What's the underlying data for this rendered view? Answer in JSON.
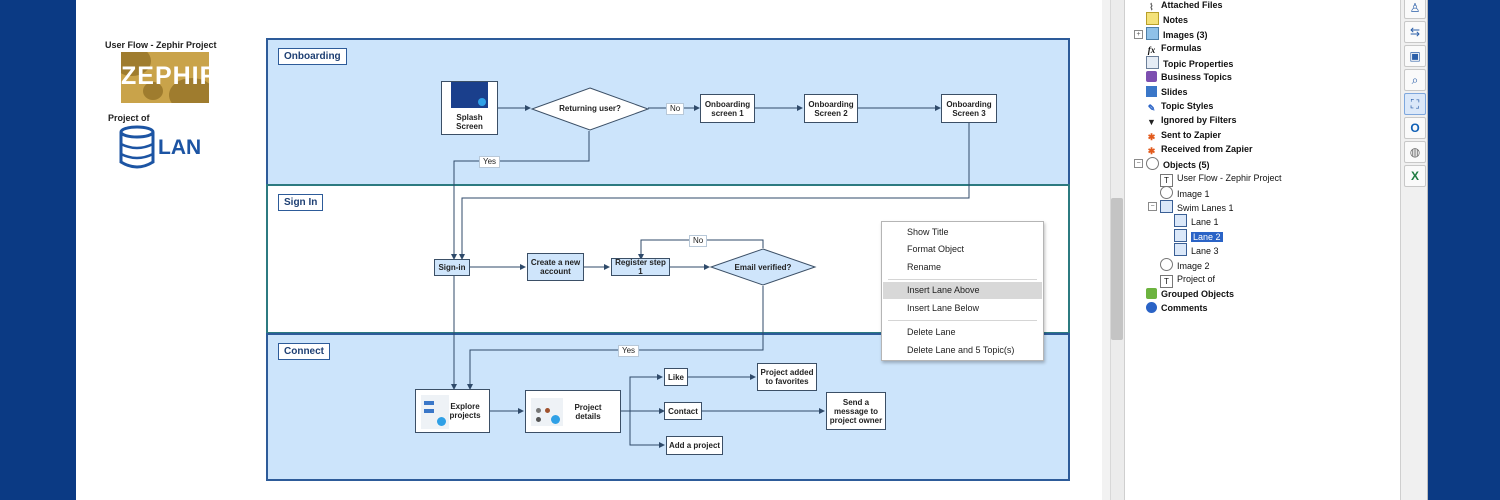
{
  "diagram": {
    "header_label": "User Flow - Zephir Project",
    "zephir_logo_text": "ZEPHIR",
    "project_of_label": "Project of",
    "lan_logo_text": "LAN",
    "lanes": [
      {
        "title": "Onboarding"
      },
      {
        "title": "Sign In"
      },
      {
        "title": "Connect"
      }
    ],
    "nodes": {
      "splash": "Splash Screen",
      "returning": "Returning user?",
      "onb1": "Onboarding screen 1",
      "onb2": "Onboarding Screen 2",
      "onb3": "Onboarding Screen 3",
      "signin": "Sign-in",
      "create_account": "Create a new account",
      "register": "Register step 1",
      "email_verified": "Email verified?",
      "explore": "Explore projects",
      "project_details": "Project details",
      "like": "Like",
      "contact": "Contact",
      "add_project": "Add a project",
      "favorites": "Project added to favorites",
      "send_message": "Send a message to project owner"
    },
    "edge_labels": {
      "no_1": "No",
      "yes_1": "Yes",
      "no_2": "No",
      "yes_2": "Yes"
    }
  },
  "context_menu": {
    "items": [
      "Show Title",
      "Format Object",
      "Rename",
      "Insert Lane Above",
      "Insert Lane Below",
      "Delete Lane",
      "Delete Lane and 5 Topic(s)"
    ],
    "highlighted": "Insert Lane Above"
  },
  "tree": {
    "items": [
      {
        "label": "Attached Files",
        "icon": "paperclip-icon",
        "bold": true
      },
      {
        "label": "Notes",
        "icon": "notes-icon",
        "bold": true
      },
      {
        "label": "Images (3)",
        "icon": "images-icon",
        "bold": true
      },
      {
        "label": "Formulas",
        "icon": "fx-icon",
        "bold": true
      },
      {
        "label": "Topic Properties",
        "icon": "properties-icon",
        "bold": true
      },
      {
        "label": "Business Topics",
        "icon": "business-topics-icon",
        "bold": true
      },
      {
        "label": "Slides",
        "icon": "slides-icon",
        "bold": true
      },
      {
        "label": "Topic Styles",
        "icon": "styles-icon",
        "bold": true
      },
      {
        "label": "Ignored by Filters",
        "icon": "filter-icon",
        "bold": true
      },
      {
        "label": "Sent to Zapier",
        "icon": "zapier-out-icon",
        "bold": true
      },
      {
        "label": "Received from Zapier",
        "icon": "zapier-in-icon",
        "bold": true
      },
      {
        "label": "Objects (5)",
        "icon": "objects-icon",
        "bold": true
      },
      {
        "label": "User Flow - Zephir Project",
        "icon": "text-object-icon",
        "bold": false
      },
      {
        "label": "Image 1",
        "icon": "image-object-icon",
        "bold": false
      },
      {
        "label": "Swim Lanes 1",
        "icon": "swimlanes-icon",
        "bold": false
      },
      {
        "label": "Lane 1",
        "icon": "lane-icon",
        "bold": false
      },
      {
        "label": "Lane 2",
        "icon": "lane-icon",
        "bold": false
      },
      {
        "label": "Lane 3",
        "icon": "lane-icon",
        "bold": false
      },
      {
        "label": "Image 2",
        "icon": "image-object-icon",
        "bold": false
      },
      {
        "label": "Project of",
        "icon": "text-object-icon",
        "bold": false
      },
      {
        "label": "Grouped Objects",
        "icon": "grouped-icon",
        "bold": true
      },
      {
        "label": "Comments",
        "icon": "comments-icon",
        "bold": true
      }
    ],
    "selected": "Lane 2"
  },
  "toolbar": {
    "icons": [
      "person-icon",
      "share-icon",
      "map-icon",
      "search-icon",
      "fit-icon",
      "outlook-icon",
      "globe-icon",
      "excel-icon"
    ]
  },
  "colors": {
    "frame": "#0b3a84",
    "lane_blue": "#cce4fb",
    "lane_border": "#2d5b99",
    "selection": "#2a63c6"
  }
}
